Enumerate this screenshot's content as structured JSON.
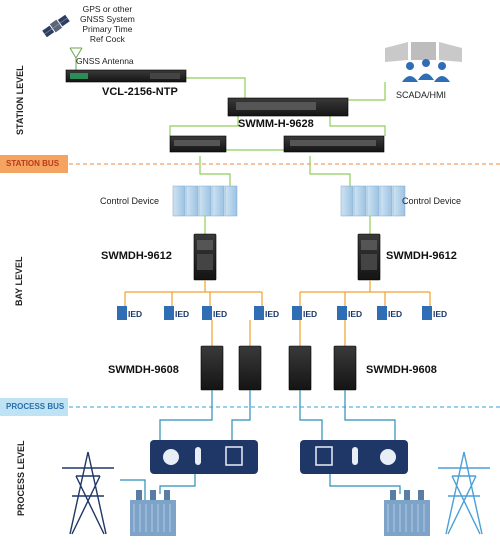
{
  "levels": {
    "station": "STATION LEVEL",
    "bay": "BAY LEVEL",
    "process": "PROCESS LEVEL"
  },
  "buses": {
    "station": "STATION BUS",
    "process": "PROCESS BUS"
  },
  "colors": {
    "station_bus": "#f4a460",
    "station_bus_text": "#c0392b",
    "process_bus": "#bfe3f5",
    "process_bus_text": "#2b6fa8",
    "green_link": "#8fce5a",
    "orange_link": "#f0a030",
    "blue_link": "#2a8fb8",
    "device_dark": "#1f1f1f",
    "ied_blue": "#2f6db5"
  },
  "gps": {
    "lines": [
      "GPS or other",
      "GNSS System",
      "Primary Time",
      "Ref Cock"
    ]
  },
  "antenna_label": "GNSS Antenna",
  "devices": {
    "ntp": "VCL-2156-NTP",
    "core": "SWMM-H-9628",
    "bay_left": "SWMDH-9612",
    "bay_right": "SWMDH-9612",
    "proc_left": "SWMDH-9608",
    "proc_right": "SWMDH-9608"
  },
  "scada": "SCADA/HMI",
  "control_left": "Control Device",
  "control_right": "Control Device",
  "ied_label": "IED"
}
